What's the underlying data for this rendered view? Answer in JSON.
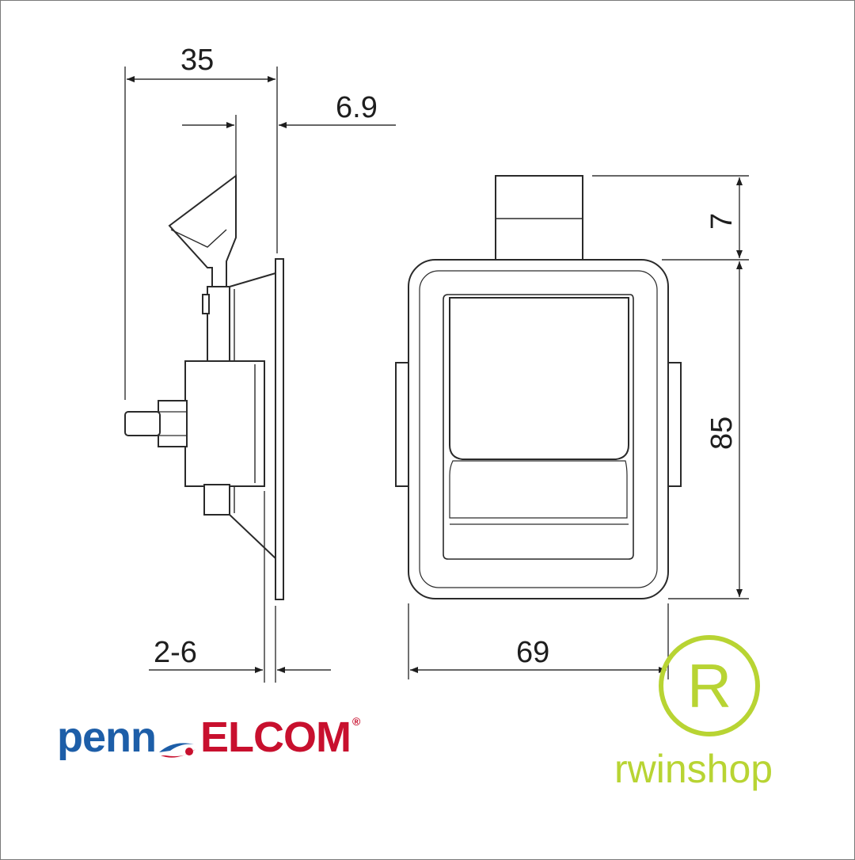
{
  "dimensions": {
    "width_overall": "35",
    "plate_offset": "6.9",
    "panel_thickness": "2-6",
    "latch_height": "7",
    "body_height": "85",
    "body_width": "69"
  },
  "brand": {
    "penn_text": "penn",
    "elcom_text": "ELCOM",
    "registered": "®",
    "colors": {
      "penn": "#1d5ea8",
      "elcom": "#c8102e"
    }
  },
  "shop": {
    "badge_letter": "R",
    "name": "rwinshop",
    "color": "#b8d433"
  },
  "icons": {
    "logo_swoosh": "penn-elcom-swoosh-icon",
    "badge": "registered-circle-icon"
  }
}
